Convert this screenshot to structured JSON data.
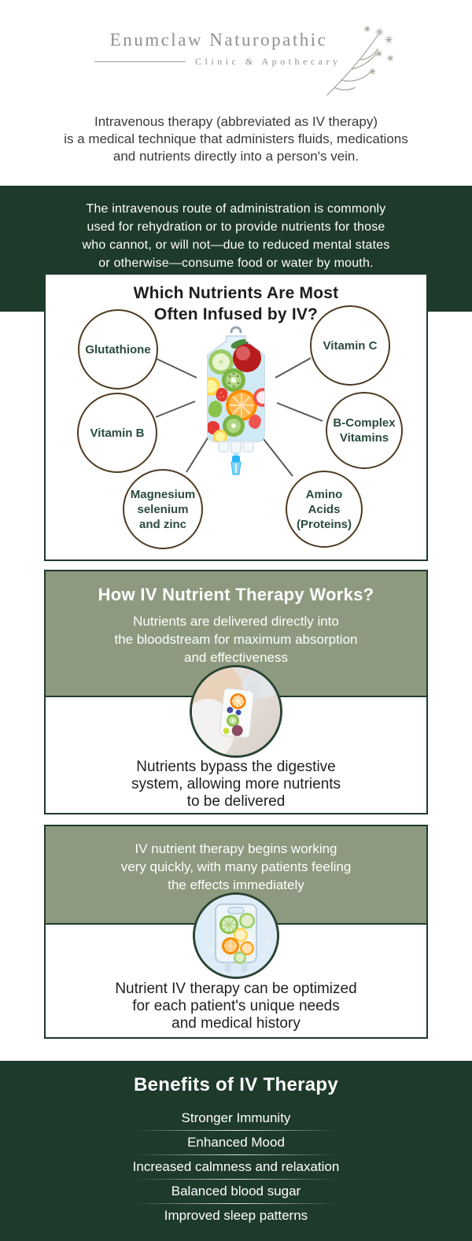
{
  "logo": {
    "name": "Enumclaw Naturopathic",
    "tagline": "Clinic & Apothecary"
  },
  "intro": {
    "lines": [
      "Intravenous therapy (abbreviated as IV therapy)",
      "is a medical technique that administers fluids, medications",
      "and nutrients directly into a person's vein."
    ]
  },
  "band": {
    "lines": [
      "The intravenous route of administration is commonly",
      "used for rehydration or to provide nutrients for those",
      "who cannot, or will not—due to reduced mental states",
      "or otherwise—consume food or water by mouth."
    ]
  },
  "nutrients": {
    "title_lines": [
      "Which Nutrients Are Most",
      "Often Infused by IV?"
    ],
    "items": [
      {
        "label": "Glutathione"
      },
      {
        "label": "Vitamin C"
      },
      {
        "label": "Vitamin B"
      },
      {
        "label": "B-Complex Vitamins"
      },
      {
        "label": "Magnesium selenium and zinc"
      },
      {
        "label": "Amino Acids (Proteins)"
      }
    ]
  },
  "how": {
    "title": "How IV Nutrient Therapy Works?",
    "subtitle_lines": [
      "Nutrients are delivered directly into",
      "the bloodstream for maximum absorption",
      "and effectiveness"
    ],
    "note_lines": [
      "Nutrients bypass the digestive",
      "system, allowing more nutrients",
      "to be delivered"
    ]
  },
  "speed": {
    "title_lines": [
      "IV nutrient therapy begins working",
      "very quickly, with many patients feeling",
      "the effects immediately"
    ],
    "note_lines": [
      "Nutrient IV therapy can be optimized",
      "for each patient's unique needs",
      "and medical history"
    ]
  },
  "benefits": {
    "title": "Benefits of IV Therapy",
    "items": [
      "Stronger Immunity",
      "Enhanced Mood",
      "Increased calmness and relaxation",
      "Balanced blood sugar",
      "Improved sleep patterns"
    ]
  },
  "icons": {
    "botanical": "botanical-sprig-icon",
    "iv_bag": "iv-fruit-bag-illustration",
    "photo_hand_bag": "hand-holding-fruit-iv-bag-photo",
    "photo_citrus_bag": "citrus-iv-bag-in-water-photo"
  },
  "colors": {
    "dark_green": "#1e3a2b",
    "sage_green": "#8d9a7f",
    "circle_border_brown": "#4e3b23",
    "circle_text_green": "#2b4c3c",
    "heading_dark": "#1d1d1d",
    "logo_gray_green": "#8d938a",
    "connector_gray": "#58595b"
  }
}
